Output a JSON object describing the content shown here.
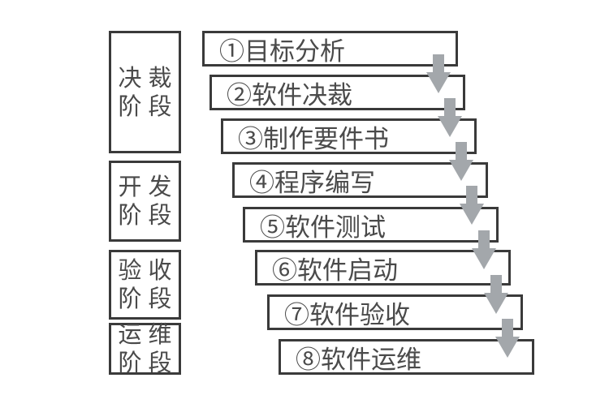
{
  "figure": {
    "type": "waterfall-process-diagram",
    "background_color": "#ffffff",
    "box_border_color": "#3a3a3a",
    "text_color": "#4a4a4a",
    "arrow_color": "#a3a7ab"
  },
  "phases": [
    {
      "name": "decision-phase",
      "line1": "决裁",
      "line2": "阶段"
    },
    {
      "name": "development-phase",
      "line1": "开发",
      "line2": "阶段"
    },
    {
      "name": "acceptance-phase",
      "line1": "验收",
      "line2": "阶段"
    },
    {
      "name": "operations-phase",
      "line1": "运维",
      "line2": "阶段"
    }
  ],
  "steps": [
    {
      "label": "①目标分析"
    },
    {
      "label": "②软件决裁"
    },
    {
      "label": "③制作要件书"
    },
    {
      "label": "④程序编写"
    },
    {
      "label": "⑤软件测试"
    },
    {
      "label": "⑥软件启动"
    },
    {
      "label": "⑦软件验收"
    },
    {
      "label": "⑧软件运维"
    }
  ],
  "connectors": {
    "icon": "down-arrow-icon",
    "direction": "down",
    "count": 7,
    "color": "#a3a7ab"
  }
}
